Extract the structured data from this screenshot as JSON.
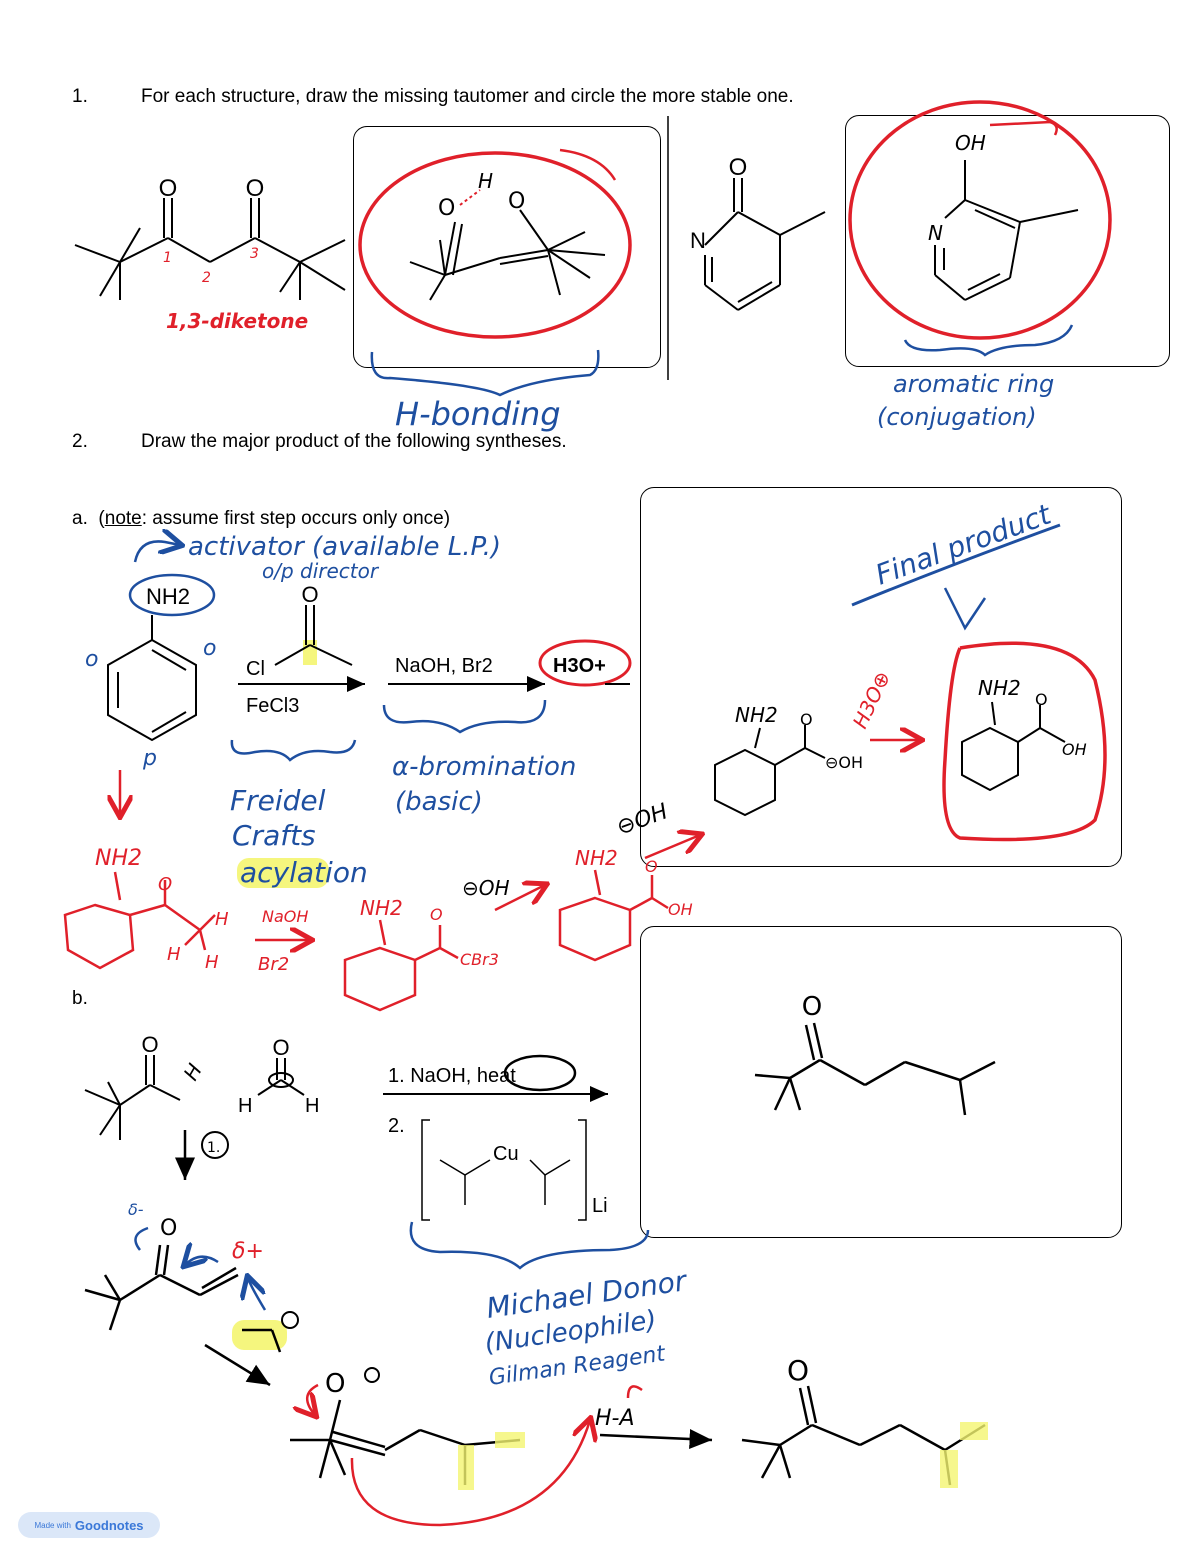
{
  "q1": {
    "number": "1.",
    "prompt": "For each structure, draw the missing tautomer and circle the more stable one.",
    "labels": {
      "carbon1": "1",
      "carbon2": "2",
      "carbon3": "3",
      "diketone": "1,3-diketone",
      "hbond_note": "H-bonding",
      "aromatic_note": "aromatic ring",
      "conjugation_note": "(conjugation)",
      "oh": "OH",
      "n": "N",
      "o": "O",
      "h": "H"
    }
  },
  "q2": {
    "number": "2.",
    "prompt": "Draw the major product of the following syntheses.",
    "part_a": {
      "label": "a.",
      "note_open": "(",
      "note_word": "note",
      "note_rest": ": assume first step occurs only once)",
      "activator_note": "activator (available L.P.)",
      "op_note": "o/p director",
      "o_mark_left": "o",
      "o_mark_right": "o",
      "p_mark": "p",
      "nh2": "NH2",
      "cl": "Cl",
      "o": "O",
      "fecl3": "FeCl3",
      "naoh_br2": "NaOH, Br2",
      "h3o": "H3O+",
      "friedel": "Freidel",
      "crafts": "Crafts",
      "acylation": "acylation",
      "bromination": "α-bromination",
      "basic": "(basic)",
      "final_product": "Final product",
      "hand_nh2": "NH2",
      "hand_naoh": "NaOH",
      "hand_br2": "Br2",
      "hand_cbr3": "CBr3",
      "hand_oh_minus": "⊖OH",
      "hand_oh": "OH",
      "hand_h3o": "H3O⊕",
      "hand_h": "H"
    },
    "part_b": {
      "label": "b.",
      "step1": "1. NaOH, heat",
      "step2": "2.",
      "cu": "Cu",
      "li": "Li",
      "o": "O",
      "h": "H",
      "michael_donor": "Michael Donor",
      "nucleophile": "(Nucleophile)",
      "gilman": "Gilman Reagent",
      "step_marker": "1.",
      "delta_minus": "δ-",
      "delta_plus": "δ+",
      "ha": "H-A"
    }
  },
  "footer": {
    "made_with": "Made with",
    "brand": "Goodnotes"
  },
  "colors": {
    "red": "#e0202a",
    "blue": "#1e4fa0",
    "highlight": "#f4f570"
  }
}
